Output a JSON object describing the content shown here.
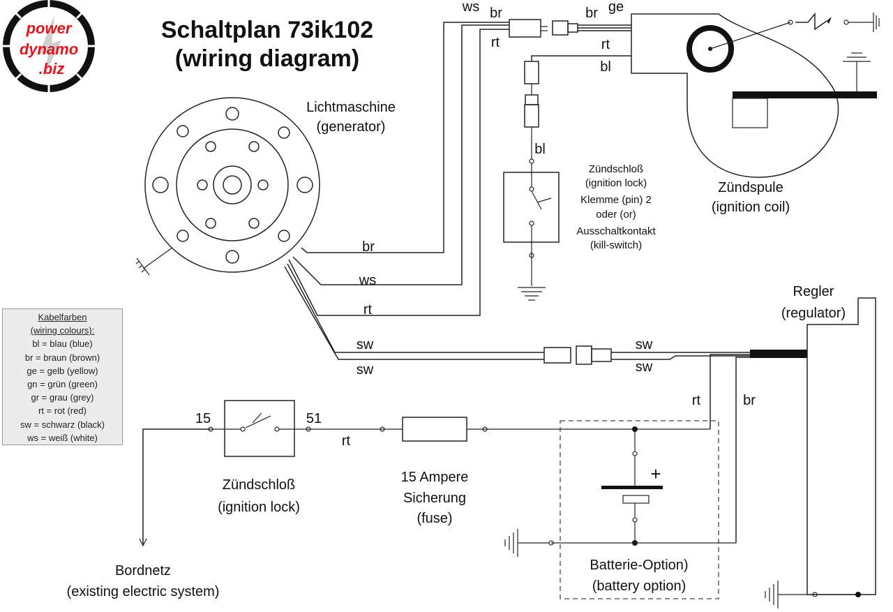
{
  "logo": {
    "line1": "power",
    "line2": "dynamo",
    "line3": ".biz"
  },
  "title": {
    "line1": "Schaltplan 73ik102",
    "line2": "(wiring diagram)"
  },
  "generator": {
    "label": "Lichtmaschine",
    "sub": "(generator)"
  },
  "ignition_coil": {
    "label": "Zündspule",
    "sub": "(ignition coil)"
  },
  "upper_lock": {
    "lines": [
      "Zündschloß",
      "(ignition lock)",
      "Klemme (pin) 2",
      "oder (or)",
      "Ausschaltkontakt",
      "(kill-switch)"
    ]
  },
  "regulator": {
    "label": "Regler",
    "sub": "(regulator)"
  },
  "lower_lock": {
    "label": "Zündschloß",
    "sub": "(ignition lock)",
    "pin_in": "15",
    "pin_out": "51"
  },
  "fuse": {
    "line1": "15 Ampere",
    "line2": "Sicherung",
    "line3": "(fuse)"
  },
  "battery": {
    "label": "Batterie-Option)",
    "sub": "(battery option)",
    "plus": "+"
  },
  "bordnetz": {
    "label": "Bordnetz",
    "sub": "(existing electric system)"
  },
  "wires": {
    "top_ws": "ws",
    "top_br": "br",
    "top_rt": "rt",
    "coil_br": "br",
    "coil_ge": "ge",
    "coil_rt": "rt",
    "coil_bl": "bl",
    "lock_bl": "bl",
    "gen_br": "br",
    "gen_ws": "ws",
    "gen_rt": "rt",
    "gen_sw1": "sw",
    "gen_sw2": "sw",
    "reg_sw1": "sw",
    "reg_sw2": "sw",
    "reg_rt": "rt",
    "reg_br": "br",
    "lock_rt": "rt"
  },
  "legend": {
    "title": "Kabelfarben",
    "subtitle": "(wiring colours):",
    "items": [
      "bl = blau (blue)",
      "br = braun (brown)",
      "ge = gelb (yellow)",
      "gn = grün (green)",
      "gr = grau (grey)",
      "rt = rot (red)",
      "sw = schwarz (black)",
      "ws = weiß (white)"
    ]
  },
  "colors": {
    "logo_red": "#e8121a",
    "ink": "#222222",
    "legend_bg": "#ececec"
  }
}
